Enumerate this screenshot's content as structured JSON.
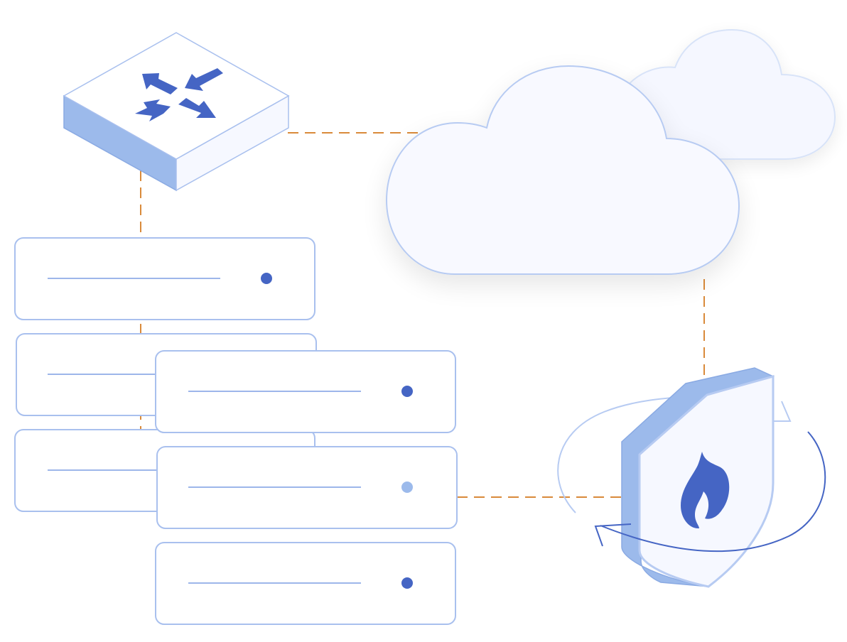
{
  "colors": {
    "primary": "#4565c4",
    "light_fill": "#9cbaeb",
    "outline": "#a9c0ee",
    "surface": "#f6f8ff",
    "connector": "#d98a3a",
    "status_off": "#9cbaeb"
  },
  "nodes": [
    {
      "id": "router",
      "icon": "router-arrows-icon"
    },
    {
      "id": "cloud-primary",
      "icon": "cloud-icon"
    },
    {
      "id": "cloud-secondary",
      "icon": "cloud-icon"
    },
    {
      "id": "firewall",
      "icon": "flame-shield-icon"
    },
    {
      "id": "server-stack-back",
      "units": 3
    },
    {
      "id": "server-stack-front",
      "units": 3
    }
  ],
  "server_status": {
    "back": [
      "on",
      "on",
      "on"
    ],
    "front": [
      "on",
      "off",
      "on"
    ]
  },
  "links": [
    {
      "from": "router",
      "to": "cloud-primary",
      "style": "dashed"
    },
    {
      "from": "router",
      "to": "server-stack-back",
      "style": "dashed"
    },
    {
      "from": "cloud-primary",
      "to": "firewall",
      "style": "dashed"
    },
    {
      "from": "server-stack-front",
      "to": "firewall",
      "style": "dashed"
    }
  ]
}
